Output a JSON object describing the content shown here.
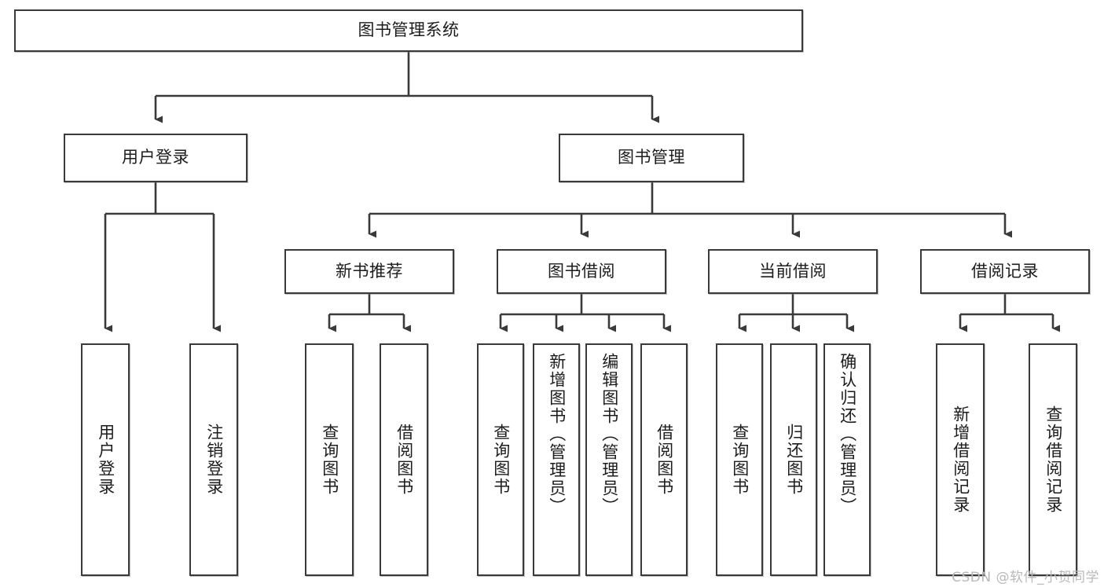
{
  "diagram": {
    "title": "图书管理系统",
    "type": "tree-hierarchy",
    "root": {
      "label": "图书管理系统"
    },
    "level2": [
      {
        "label": "用户登录"
      },
      {
        "label": "图书管理"
      }
    ],
    "level3": [
      {
        "label": "新书推荐"
      },
      {
        "label": "图书借阅"
      },
      {
        "label": "当前借阅"
      },
      {
        "label": "借阅记录"
      }
    ],
    "leaves_user_login": [
      {
        "label": "用户登录"
      },
      {
        "label": "注销登录"
      }
    ],
    "leaves_new_book": [
      {
        "label": "查询图书"
      },
      {
        "label": "借阅图书"
      }
    ],
    "leaves_borrow": [
      {
        "label": "查询图书"
      },
      {
        "label": "新增图书（管理员）"
      },
      {
        "label": "编辑图书（管理员）"
      },
      {
        "label": "借阅图书"
      }
    ],
    "leaves_current": [
      {
        "label": "查询图书"
      },
      {
        "label": "归还图书"
      },
      {
        "label": "确认归还（管理员）"
      }
    ],
    "leaves_records": [
      {
        "label": "新增借阅记录"
      },
      {
        "label": "查询借阅记录"
      }
    ]
  },
  "watermark": {
    "text": "CSDN @软件_小贺同学"
  },
  "colors": {
    "border": "#3a3a3a",
    "text": "#1c1c1c",
    "background": "#ffffff",
    "watermark": "#b9b9b9"
  }
}
